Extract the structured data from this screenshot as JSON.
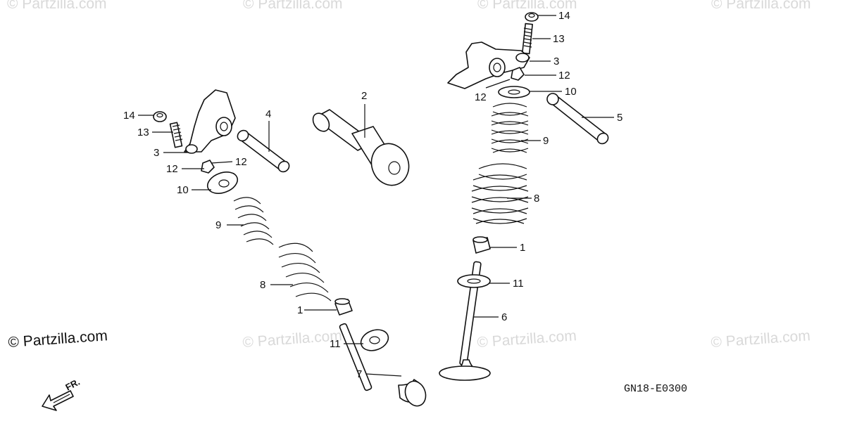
{
  "watermark": "© Partzilla.com",
  "brand": "© Partzilla.com",
  "diagram_code": "GN18-E0300",
  "direction_label": "FR.",
  "callouts": {
    "c1": "14",
    "c2": "13",
    "c3": "3",
    "c4": "12",
    "c5": "12",
    "c6": "10",
    "c7": "5",
    "c8": "9",
    "c9": "8",
    "c10": "1",
    "c11": "11",
    "c12": "6",
    "c13": "2",
    "c14": "14",
    "c15": "13",
    "c16": "3",
    "c17": "12",
    "c18": "12",
    "c19": "4",
    "c20": "10",
    "c21": "9",
    "c22": "8",
    "c23": "1",
    "c24": "11",
    "c25": "7"
  }
}
